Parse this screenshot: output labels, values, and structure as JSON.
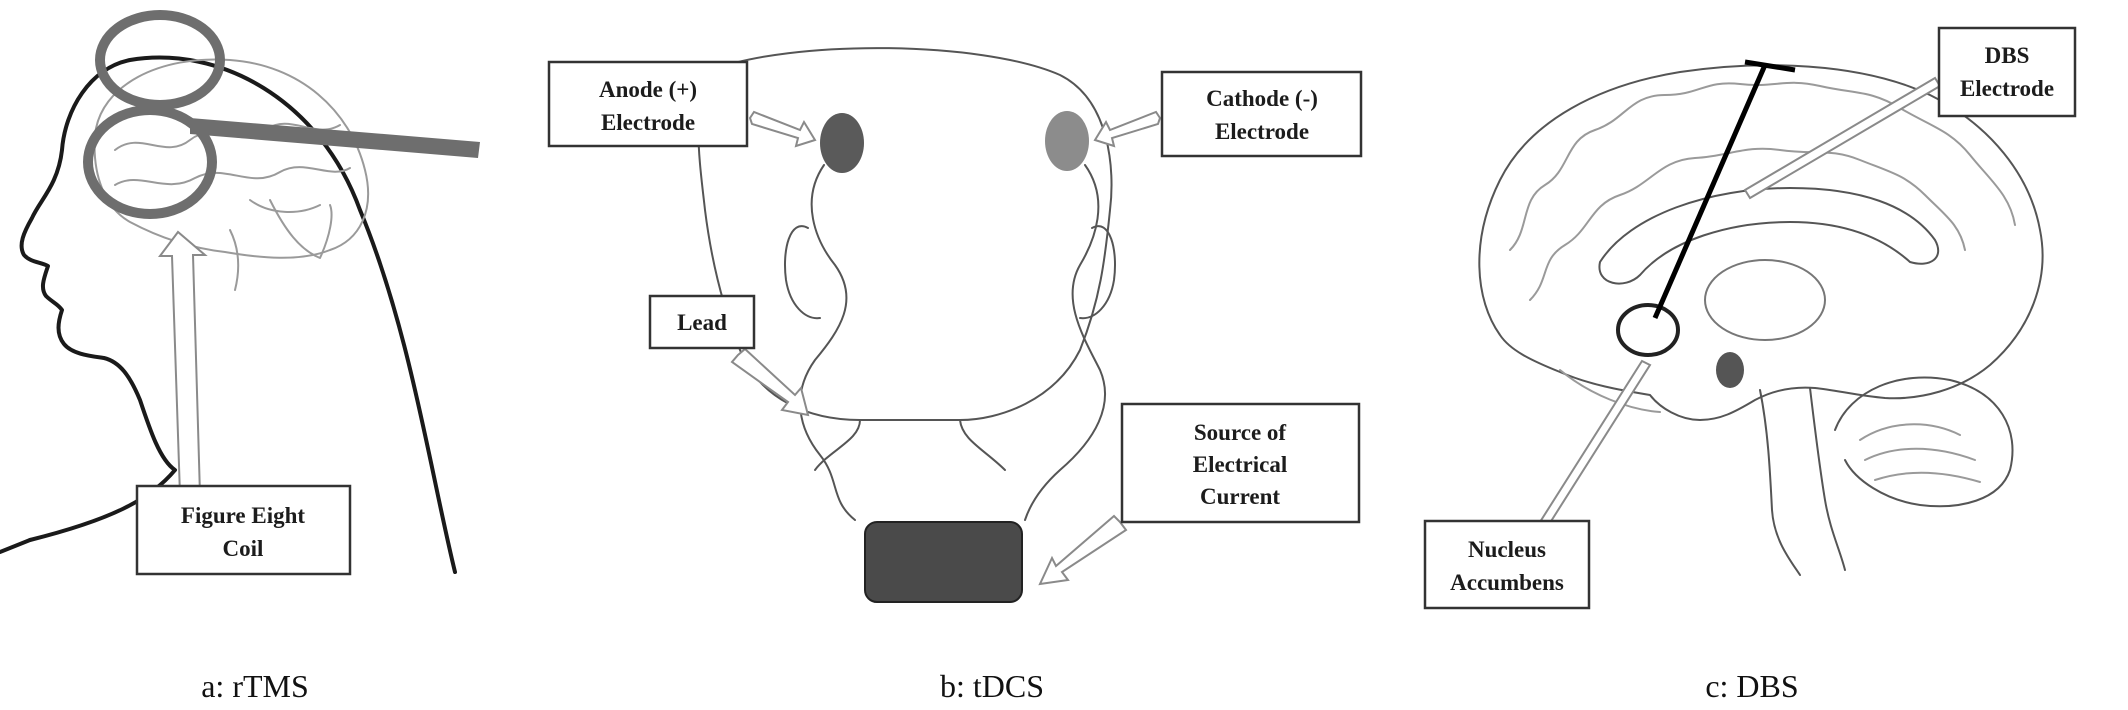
{
  "panels": [
    {
      "id": "rtms",
      "caption": "a: rTMS",
      "labels": [
        {
          "id": "coil",
          "lines": [
            "Figure Eight",
            "Coil"
          ]
        }
      ]
    },
    {
      "id": "tdcs",
      "caption": "b: tDCS",
      "labels": [
        {
          "id": "anode",
          "lines": [
            "Anode (+)",
            "Electrode"
          ]
        },
        {
          "id": "cathode",
          "lines": [
            "Cathode (-)",
            "Electrode"
          ]
        },
        {
          "id": "lead",
          "lines": [
            "Lead"
          ]
        },
        {
          "id": "source",
          "lines": [
            "Source of",
            "Electrical",
            "Current"
          ]
        }
      ]
    },
    {
      "id": "dbs",
      "caption": "c: DBS",
      "labels": [
        {
          "id": "electrode",
          "lines": [
            "DBS",
            "Electrode"
          ]
        },
        {
          "id": "nucleus",
          "lines": [
            "Nucleus",
            "Accumbens"
          ]
        }
      ]
    }
  ],
  "colors": {
    "coil": "#6e6e6e",
    "anode": "#5a5a5a",
    "cathode": "#8c8c8c",
    "source": "#4a4a4a"
  }
}
